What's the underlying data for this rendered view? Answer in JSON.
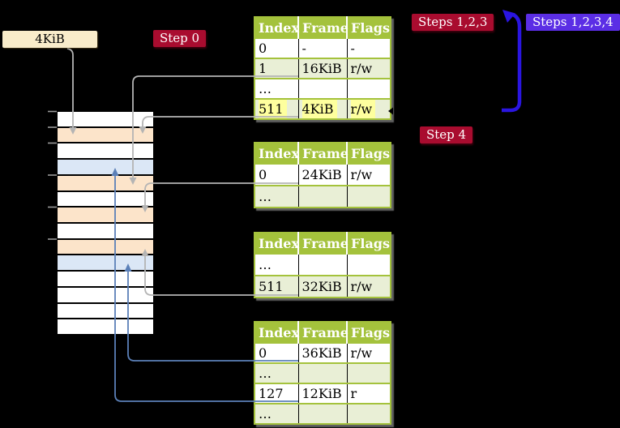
{
  "labels": {
    "frame": "4KiB",
    "step0": "Step 0",
    "steps123": "Steps 1,2,3",
    "steps1234": "Steps 1,2,3,4",
    "step4": "Step 4"
  },
  "colors": {
    "background": "#000000",
    "table-header-green": "#a4c23c",
    "table-row-green": "#e9efd6",
    "highlight-yellow": "#feff9e",
    "frame-peach": "#fce4ca",
    "frame-blue": "#dbe7f6",
    "label-wheat": "#f9ecca",
    "label-crimson": "#a90c2f",
    "label-purple": "#5b2ee5",
    "arrow-blue": "#2a15e0",
    "connector-gray": "#b4b4b4",
    "connector-steelblue": "#5b80b8"
  },
  "memory_strip": {
    "row_colors": [
      "white",
      "peach",
      "white",
      "blue",
      "peach",
      "white",
      "peach",
      "white",
      "peach",
      "blue",
      "white",
      "white",
      "white",
      "white"
    ]
  },
  "page_tables": [
    {
      "name": "page-table-at-4kib",
      "headers": [
        "Index",
        "Frame",
        "Flags"
      ],
      "rows": [
        {
          "cells": [
            "0",
            "-",
            "-"
          ],
          "shaded": false,
          "highlight": false
        },
        {
          "cells": [
            "1",
            "16KiB",
            "r/w"
          ],
          "shaded": true,
          "highlight": false
        },
        {
          "cells": [
            "…",
            "",
            ""
          ],
          "shaded": false,
          "highlight": false
        },
        {
          "cells": [
            "511",
            "4KiB",
            "r/w"
          ],
          "shaded": true,
          "highlight": true
        }
      ]
    },
    {
      "name": "page-table-at-16kib",
      "headers": [
        "Index",
        "Frame",
        "Flags"
      ],
      "rows": [
        {
          "cells": [
            "0",
            "24KiB",
            "r/w"
          ],
          "shaded": false,
          "highlight": false
        },
        {
          "cells": [
            "…",
            "",
            ""
          ],
          "shaded": true,
          "highlight": false
        }
      ]
    },
    {
      "name": "page-table-at-24kib",
      "headers": [
        "Index",
        "Frame",
        "Flags"
      ],
      "rows": [
        {
          "cells": [
            "…",
            "",
            ""
          ],
          "shaded": false,
          "highlight": false
        },
        {
          "cells": [
            "511",
            "32KiB",
            "r/w"
          ],
          "shaded": true,
          "highlight": false
        }
      ]
    },
    {
      "name": "page-table-at-32kib",
      "headers": [
        "Index",
        "Frame",
        "Flags"
      ],
      "rows": [
        {
          "cells": [
            "0",
            "36KiB",
            "r/w"
          ],
          "shaded": false,
          "highlight": false
        },
        {
          "cells": [
            "…",
            "",
            ""
          ],
          "shaded": true,
          "highlight": false
        },
        {
          "cells": [
            "127",
            "12KiB",
            "r"
          ],
          "shaded": false,
          "highlight": false
        },
        {
          "cells": [
            "…",
            "",
            ""
          ],
          "shaded": true,
          "highlight": false
        }
      ]
    }
  ]
}
